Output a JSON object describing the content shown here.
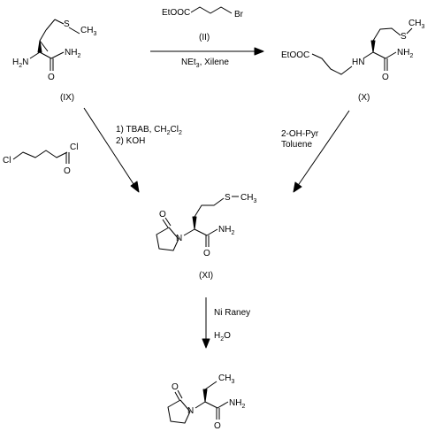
{
  "compound_IX": {
    "label": "(IX)",
    "atoms": {
      "s": "S",
      "ch3": "CH3",
      "nh2_amine": "H2N",
      "nh2_amide": "NH2",
      "o": "O"
    }
  },
  "reagent_II": {
    "label": "(II)",
    "ester": "EtOOC",
    "br": "Br"
  },
  "step_IX_X": {
    "conditions": "NEt3, Xilene"
  },
  "compound_X": {
    "label": "(X)",
    "atoms": {
      "ester": "EtOOC",
      "hn": "HN",
      "s": "S",
      "ch3": "CH3",
      "nh2": "NH2",
      "o": "O"
    }
  },
  "acyl_chloride": {
    "atoms": {
      "cl1": "Cl",
      "cl2": "Cl",
      "o": "O"
    }
  },
  "step_IX_XI": {
    "line1": "1) TBAB, CH2Cl2",
    "line2": "2) KOH"
  },
  "step_X_XI": {
    "line1": "2-OH-Pyr",
    "line2": "Toluene"
  },
  "compound_XI": {
    "label": "(XI)",
    "atoms": {
      "o": "O",
      "n": "N",
      "s": "S",
      "ch3": "CH3",
      "nh2": "NH2",
      "o2": "O"
    }
  },
  "step_XI_final": {
    "line1": "Ni Raney",
    "line2": "H2O"
  },
  "final_product": {
    "atoms": {
      "o": "O",
      "n": "N",
      "ch3": "CH3",
      "nh2": "NH2",
      "o2": "O"
    }
  }
}
